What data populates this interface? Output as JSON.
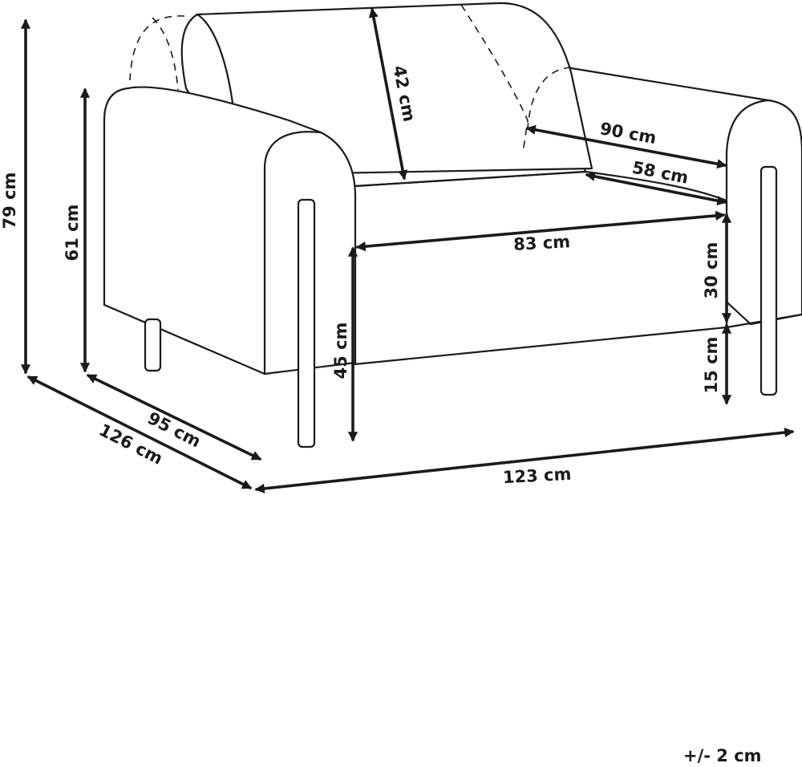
{
  "dimensions": {
    "total_height": "79 cm",
    "arm_height": "61 cm",
    "backrest_height": "42 cm",
    "seat_width": "83 cm",
    "inner_depth": "90 cm",
    "seat_depth": "58 cm",
    "seat_cushion_height": "30 cm",
    "leg_height": "15 cm",
    "seat_height": "45 cm",
    "arm_depth": "95 cm",
    "total_depth": "126 cm",
    "total_width": "123 cm"
  },
  "tolerance": "+/- 2 cm"
}
